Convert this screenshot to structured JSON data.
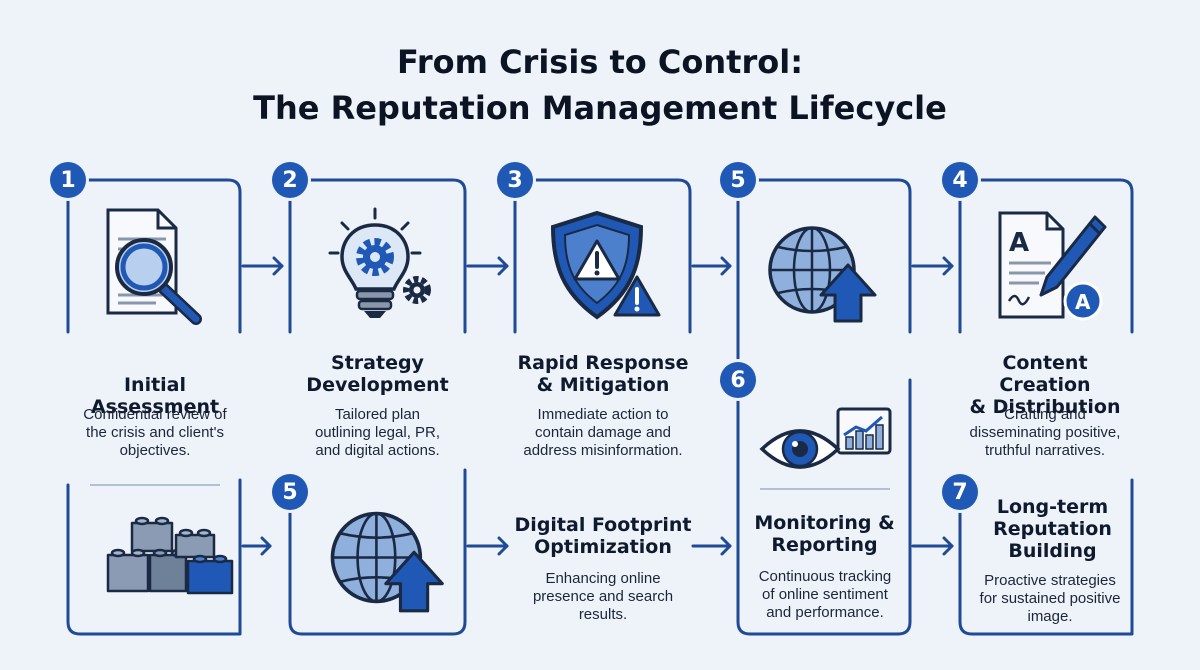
{
  "title": {
    "line1": "From Crisis to Control:",
    "line2": "The Reputation Management Lifecycle"
  },
  "colors": {
    "primary": "#1f58b5",
    "line": "#1f4a95",
    "background": "#eef3f9",
    "icon_light": "#8fb0dc"
  },
  "steps": [
    {
      "badge": "1",
      "title": "Initial\nAssessment",
      "desc": "Confidential review of\nthe crisis and client's\nobjectives.",
      "icon": "document-magnifier-icon"
    },
    {
      "badge": "2",
      "title": "Strategy\nDevelopment",
      "desc": "Tailored plan\noutlining legal, PR,\nand digital actions.",
      "icon": "lightbulb-gears-icon"
    },
    {
      "badge": "3",
      "title": "Rapid Response\n& Mitigation",
      "desc": "Immediate action to\ncontain damage and\naddress misinformation.",
      "icon": "shield-warning-icon"
    },
    {
      "badge": "5",
      "title": "",
      "desc": "",
      "icon": "globe-up-arrow-icon"
    },
    {
      "badge": "4",
      "title": "Content Creation\n& Distribution",
      "desc": "Crafting and\ndisseminating positive,\ntruthful narratives.",
      "icon": "document-pen-icon"
    },
    {
      "badge": "",
      "title": "",
      "desc": "",
      "icon": "building-blocks-icon"
    },
    {
      "badge": "5",
      "title": "",
      "desc": "",
      "icon": "globe-up-arrow-icon"
    },
    {
      "badge": "",
      "title": "Digital Footprint\nOptimization",
      "desc": "Enhancing online\npresence and search\nresults.",
      "icon": ""
    },
    {
      "badge": "6",
      "title": "Monitoring &\nReporting",
      "desc": "Continuous tracking\nof online sentiment\nand performance.",
      "icon": "eye-chart-icon"
    },
    {
      "badge": "7",
      "title": "Long-term\nReputation\nBuilding",
      "desc": "Proactive strategies\nfor sustained positive\nimage.",
      "icon": ""
    }
  ]
}
